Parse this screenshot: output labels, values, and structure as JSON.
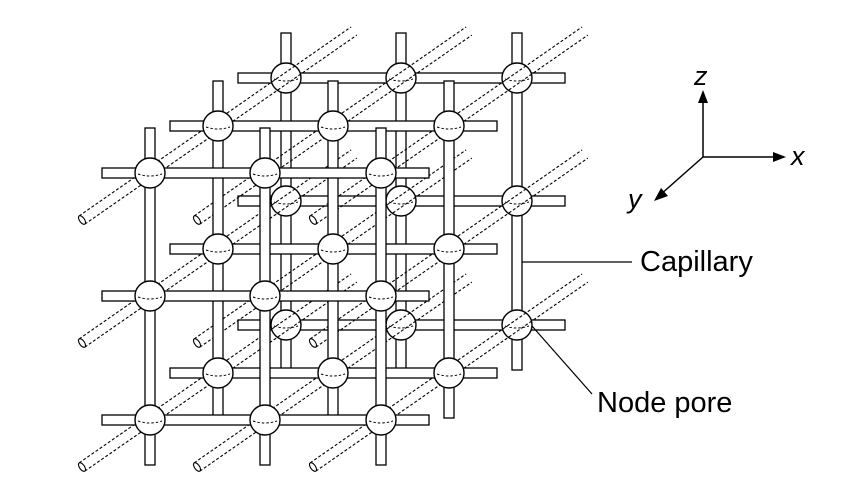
{
  "axes": {
    "x": "x",
    "y": "y",
    "z": "z"
  },
  "callouts": {
    "capillary": "Capillary",
    "node_pore": "Node pore"
  },
  "colors": {
    "stroke": "#000000",
    "fill": "#ffffff"
  },
  "lattice": {
    "layers": 3,
    "columns": 3,
    "rows": 3
  }
}
